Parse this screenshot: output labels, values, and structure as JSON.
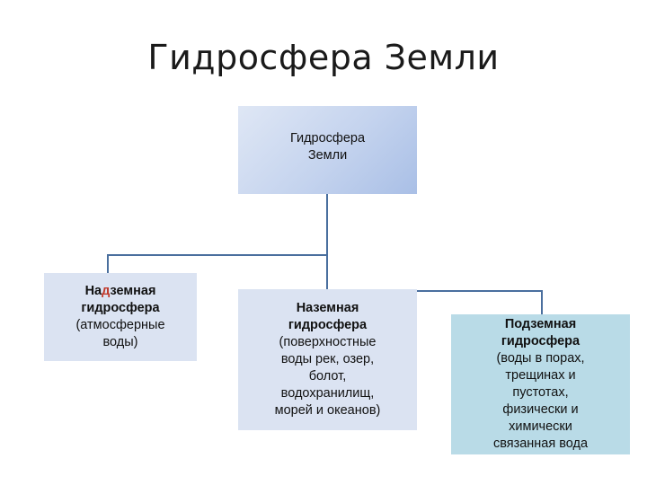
{
  "title": "Гидросфера Земли",
  "colors": {
    "line": "#4a6f9e",
    "root_fill": "#c4d3ee",
    "box_fill": "#dbe3f2",
    "box3_fill": "#b9dbe7",
    "highlight": "#c0392b"
  },
  "diagram": {
    "root": {
      "line1": "Гидросфера",
      "line2": "Земли"
    },
    "branches": [
      {
        "title_prefix": "На",
        "title_highlight": "д",
        "title_suffix": "земная",
        "title_line2": "гидросфера",
        "desc": "(атмосферные воды)"
      },
      {
        "title": "Наземная",
        "title_line2": "гидросфера",
        "desc": "(поверхностные воды рек, озер, болот, водохранилищ, морей и океанов)"
      },
      {
        "title": "Подземная",
        "title_line2": "гидросфера",
        "desc": "(воды в порах, трещинах и пустотах, физически и химически связанная вода"
      }
    ]
  }
}
